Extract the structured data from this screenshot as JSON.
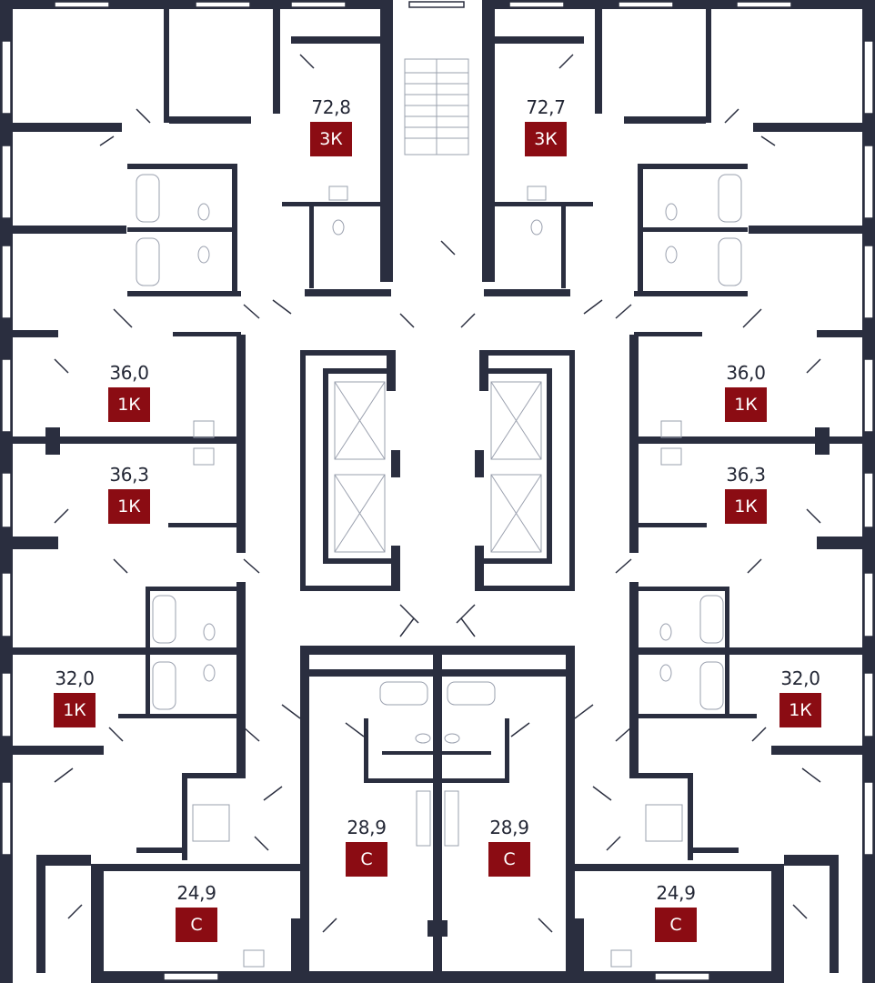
{
  "colors": {
    "wall": "#2a2e3f",
    "fixture": "#9aa0ae",
    "badge": "#8b0c13",
    "text": "#232735"
  },
  "units": [
    {
      "area": "72,8",
      "type": "3К"
    },
    {
      "area": "72,7",
      "type": "3К"
    },
    {
      "area": "36,0",
      "type": "1К"
    },
    {
      "area": "36,0",
      "type": "1К"
    },
    {
      "area": "36,3",
      "type": "1К"
    },
    {
      "area": "36,3",
      "type": "1К"
    },
    {
      "area": "32,0",
      "type": "1К"
    },
    {
      "area": "32,0",
      "type": "1К"
    },
    {
      "area": "28,9",
      "type": "С"
    },
    {
      "area": "28,9",
      "type": "С"
    },
    {
      "area": "24,9",
      "type": "С"
    },
    {
      "area": "24,9",
      "type": "С"
    }
  ]
}
